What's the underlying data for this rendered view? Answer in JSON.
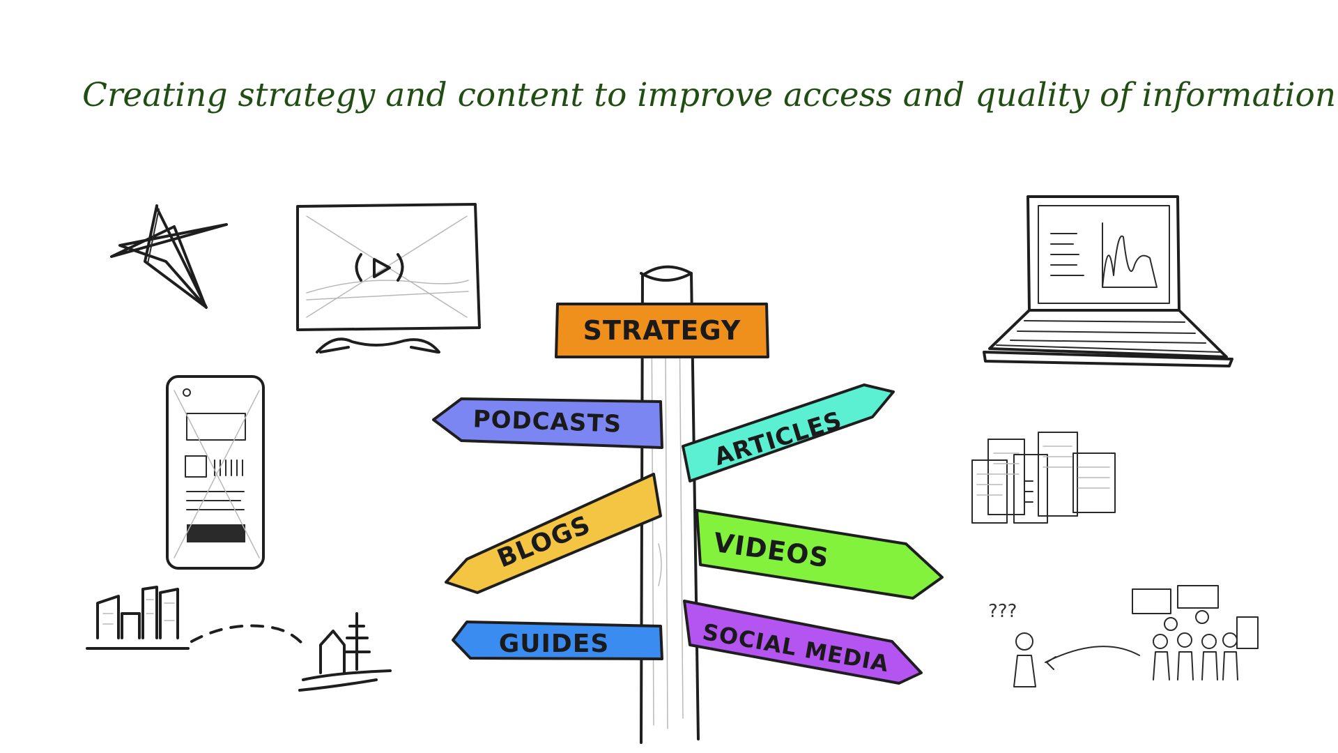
{
  "headline": {
    "text": "Creating strategy and content to improve access and quality of information.",
    "color": "#1f4d12"
  },
  "signpost": {
    "signs": [
      {
        "label": "STRATEGY",
        "color": "#f0901c"
      },
      {
        "label": "PODCASTS",
        "color": "#7b86f2"
      },
      {
        "label": "ARTICLES",
        "color": "#5cf0d2"
      },
      {
        "label": "BLOGS",
        "color": "#f4c542"
      },
      {
        "label": "VIDEOS",
        "color": "#82f23c"
      },
      {
        "label": "GUIDES",
        "color": "#3b8cf0"
      },
      {
        "label": "SOCIAL MEDIA",
        "color": "#b455f2"
      }
    ],
    "post_color": "#ffffff"
  },
  "icons": [
    "star-icon",
    "monitor-play-icon",
    "smartphone-icon",
    "laptop-icon",
    "documents-icon",
    "city-to-town-icon",
    "confused-person-icon",
    "group-discussion-icon"
  ],
  "people_glyphs": "???"
}
